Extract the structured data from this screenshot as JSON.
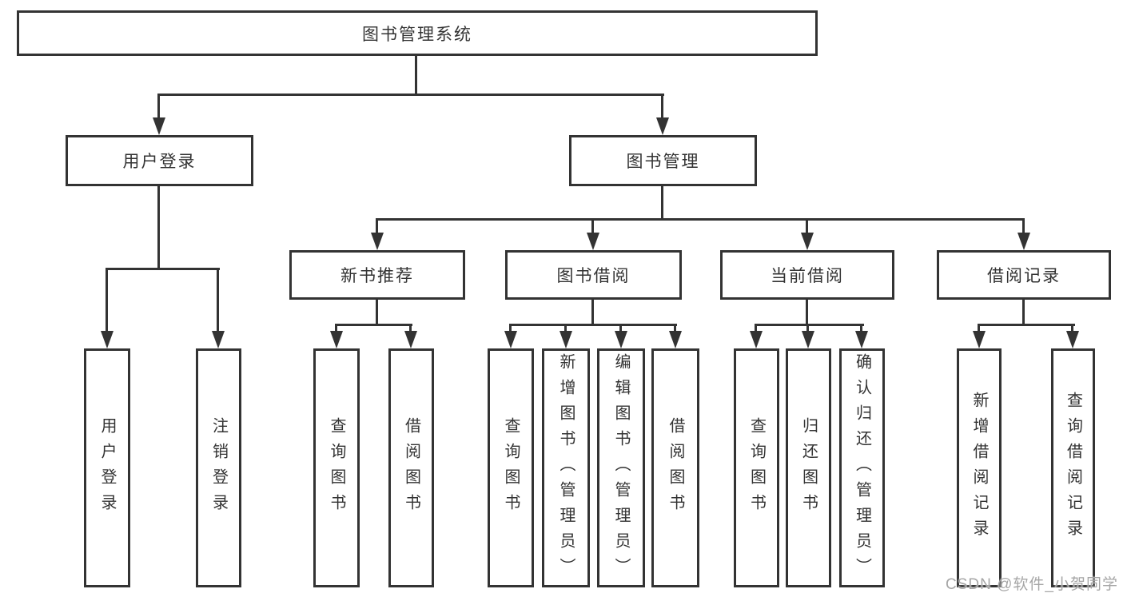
{
  "colors": {
    "line": "#333333",
    "node_border": "#333333",
    "node_text": "#333333",
    "watermark_text": "#a6a6a6",
    "background": "#ffffff"
  },
  "watermark": "CSDN @软件_小贺同学",
  "tree": {
    "root": {
      "label": "图书管理系统"
    },
    "branches": [
      {
        "label": "用户登录",
        "children": [
          {
            "label": "用户登录"
          },
          {
            "label": "注销登录"
          }
        ]
      },
      {
        "label": "图书管理",
        "children": [
          {
            "label": "新书推荐",
            "children": [
              {
                "label": "查询图书"
              },
              {
                "label": "借阅图书"
              }
            ]
          },
          {
            "label": "图书借阅",
            "children": [
              {
                "label": "查询图书"
              },
              {
                "label": "新增图书（管理员）"
              },
              {
                "label": "编辑图书（管理员）"
              },
              {
                "label": "借阅图书"
              }
            ]
          },
          {
            "label": "当前借阅",
            "children": [
              {
                "label": "查询图书"
              },
              {
                "label": "归还图书"
              },
              {
                "label": "确认归还（管理员）"
              }
            ]
          },
          {
            "label": "借阅记录",
            "children": [
              {
                "label": "新增借阅记录"
              },
              {
                "label": "查询借阅记录"
              }
            ]
          }
        ]
      }
    ]
  }
}
